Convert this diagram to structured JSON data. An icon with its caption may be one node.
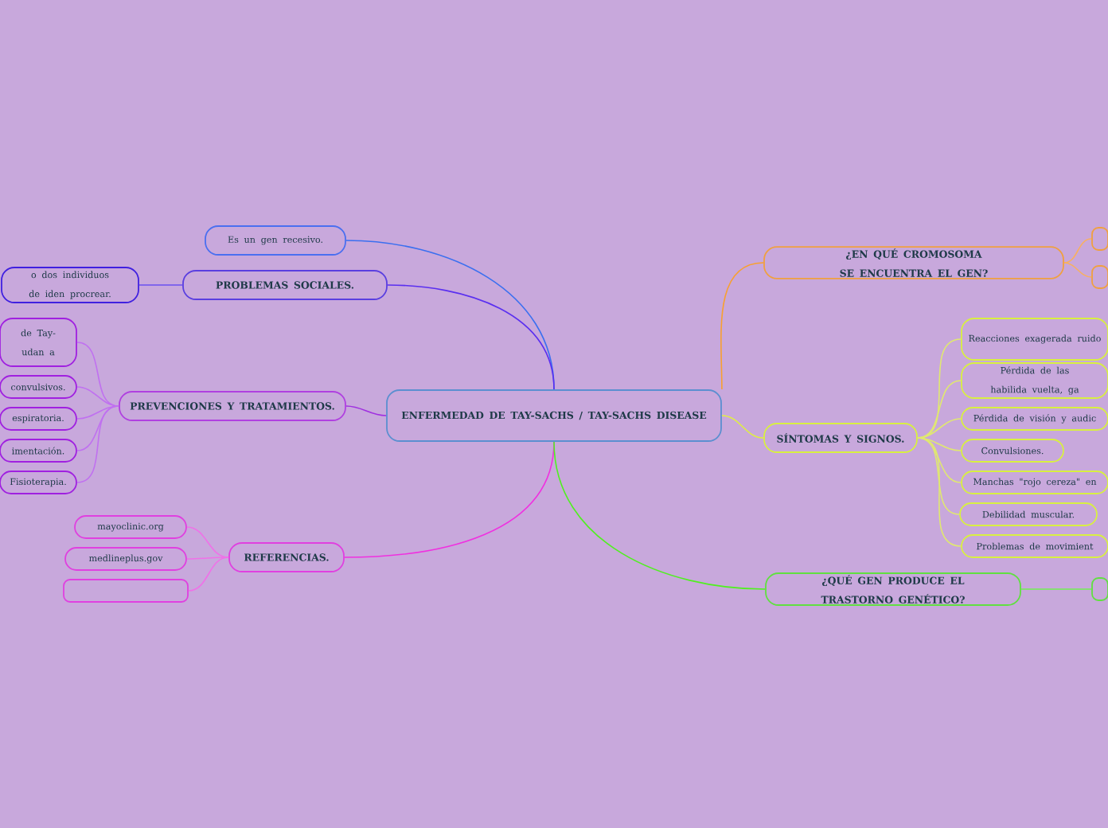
{
  "diagram": {
    "nodes": [
      {
        "text": [
          "ENFERMEDAD DE TAY-SACHS / TAY-SACHS DISEASE"
        ]
      },
      {
        "text": [
          "Es un gen recesivo."
        ]
      },
      {
        "text": [
          "PROBLEMAS SOCIALES."
        ]
      },
      {
        "text": [
          "o dos individuos de iden procrear."
        ]
      },
      {
        "text": [
          "PREVENCIONES Y TRATAMIENTOS."
        ]
      },
      {
        "text": [
          "de Tay- udan a"
        ]
      },
      {
        "text": [
          "convulsivos."
        ]
      },
      {
        "text": [
          "espiratoria."
        ]
      },
      {
        "text": [
          "imentación."
        ]
      },
      {
        "text": [
          "Fisioterapia."
        ]
      },
      {
        "text": [
          "REFERENCIAS."
        ]
      },
      {
        "text": [
          "mayoclinic.org"
        ]
      },
      {
        "text": [
          "medlineplus.gov"
        ]
      },
      {
        "text": [],
        "shape": "box"
      },
      {
        "text": [
          "¿EN QUÉ CROMOSOMA SE ENCUENTRA EL GEN?"
        ]
      },
      {
        "text": [],
        "shape": "box"
      },
      {
        "text": [],
        "shape": "box"
      },
      {
        "text": [
          "SÍNTOMAS Y SIGNOS."
        ]
      },
      {
        "text": [
          "Reacciones exagerada ruido"
        ]
      },
      {
        "text": [
          "Pérdida de las habilida vuelta, ga"
        ]
      },
      {
        "text": [
          "Pérdida de visión y audic"
        ]
      },
      {
        "text": [
          "Convulsiones."
        ]
      },
      {
        "text": [
          "Manchas \"rojo cereza\" en"
        ]
      },
      {
        "text": [
          "Debilidad muscular."
        ]
      },
      {
        "text": [
          "Problemas de movimient"
        ]
      },
      {
        "text": [
          "¿QUÉ GEN PRODUCE EL TRASTORNO GENÉTICO?"
        ]
      },
      {
        "text": [],
        "shape": "box"
      }
    ],
    "edges": [
      {
        "from": 0,
        "to": 1,
        "arrow": "none",
        "color": "#3a6ff0"
      },
      {
        "from": 0,
        "to": 2,
        "arrow": "none",
        "color": "#5a2ff0"
      },
      {
        "from": 2,
        "to": 3,
        "arrow": "none",
        "color": "#6a50f0"
      },
      {
        "from": 0,
        "to": 4,
        "arrow": "none",
        "color": "#a030e0"
      },
      {
        "from": 4,
        "to": 5,
        "arrow": "none",
        "color": "#c070f0"
      },
      {
        "from": 4,
        "to": 6,
        "arrow": "none",
        "color": "#c070f0"
      },
      {
        "from": 4,
        "to": 7,
        "arrow": "none",
        "color": "#c070f0"
      },
      {
        "from": 4,
        "to": 8,
        "arrow": "none",
        "color": "#c070f0"
      },
      {
        "from": 4,
        "to": 9,
        "arrow": "none",
        "color": "#c070f0"
      },
      {
        "from": 0,
        "to": 10,
        "arrow": "none",
        "color": "#f030e0"
      },
      {
        "from": 10,
        "to": 11,
        "arrow": "none",
        "color": "#f070e8"
      },
      {
        "from": 10,
        "to": 12,
        "arrow": "none",
        "color": "#f070e8"
      },
      {
        "from": 10,
        "to": 13,
        "arrow": "none",
        "color": "#f070e8"
      },
      {
        "from": 0,
        "to": 14,
        "arrow": "none",
        "color": "#f8a030"
      },
      {
        "from": 14,
        "to": 15,
        "arrow": "none",
        "color": "#f8b060"
      },
      {
        "from": 14,
        "to": 16,
        "arrow": "none",
        "color": "#f8b060"
      },
      {
        "from": 0,
        "to": 17,
        "arrow": "none",
        "color": "#e0f040"
      },
      {
        "from": 17,
        "to": 18,
        "arrow": "none",
        "color": "#e0e870"
      },
      {
        "from": 17,
        "to": 19,
        "arrow": "none",
        "color": "#e0e870"
      },
      {
        "from": 17,
        "to": 20,
        "arrow": "none",
        "color": "#e0e870"
      },
      {
        "from": 17,
        "to": 21,
        "arrow": "none",
        "color": "#e0e870"
      },
      {
        "from": 17,
        "to": 22,
        "arrow": "none",
        "color": "#e0e870"
      },
      {
        "from": 17,
        "to": 23,
        "arrow": "none",
        "color": "#e0e870"
      },
      {
        "from": 17,
        "to": 24,
        "arrow": "none",
        "color": "#e0e870"
      },
      {
        "from": 0,
        "to": 25,
        "arrow": "none",
        "color": "#50f020"
      },
      {
        "from": 25,
        "to": 26,
        "arrow": "none",
        "color": "#70f050"
      }
    ]
  }
}
